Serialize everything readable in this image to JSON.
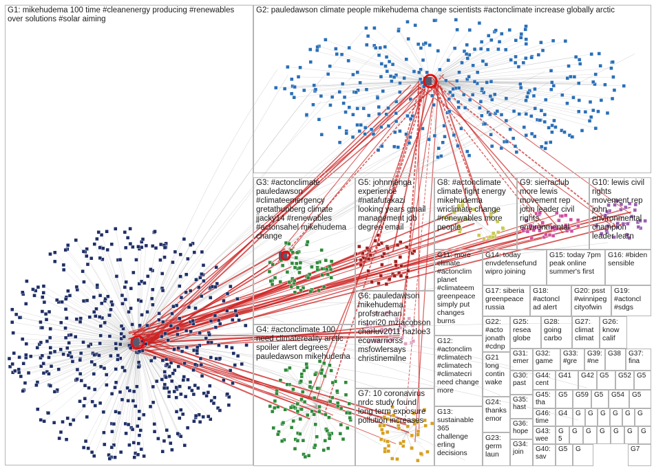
{
  "groups": [
    {
      "id": "G1",
      "label": "G1: mikehudema 100 time #cleanenergy producing #renewables over solutions #solar aiming"
    },
    {
      "id": "G2",
      "label": "G2: pauledawson climate people mikehudema change scientists #actonclimate increase globally arctic"
    },
    {
      "id": "G3",
      "label": "G3: #actonclimate pauledawson #climateemergency gretathunberg climate jjacky14 #renewables #actonsahel mikehudema change"
    },
    {
      "id": "G4",
      "label": "G4: #actonclimate 100 need climatereality arctic spoiler alert degrees pauledawson mikehudema"
    },
    {
      "id": "G5",
      "label": "G5: johnnjenga experience #natafutakazi looking years gmail management job degree email"
    },
    {
      "id": "G6",
      "label": "G6: pauledawson mikehudema profstrachan ristori20 mzjacobson charluv2011 hazloe3 ecowarriorss msfowlersays christinemilne"
    },
    {
      "id": "G7",
      "label": "G7: 10 coronavirus nrdc study found long term exposure pollution increases"
    },
    {
      "id": "G8",
      "label": "G8: #actonclimate climate fight energy mikehudema wriclimate change #renewables more people"
    },
    {
      "id": "G9",
      "label": "G9: sierraclub more lewis movement rep john leader civil rights environmental"
    },
    {
      "id": "G10",
      "label": "G10: lewis civil rights movement rep john environmental champion leader learn"
    },
    {
      "id": "G11",
      "label": "G11: more climate #actonclim planet #climateem greenpeace simply put changes burns"
    },
    {
      "id": "G12",
      "label": "G12: #actonclim #climatech #climatech #climatecri need change more"
    },
    {
      "id": "G13",
      "label": "G13: sustainable 365 challenge erling decisions"
    },
    {
      "id": "G14",
      "label": "G14: today envdefensefund wipro joining"
    },
    {
      "id": "G15",
      "label": "G15: today 7pm peak online summer's first"
    },
    {
      "id": "G16",
      "label": "G16: #biden sensible"
    },
    {
      "id": "G17",
      "label": "G17: siberia greenpeace russia"
    },
    {
      "id": "G18",
      "label": "G18: #actoncl ad alert"
    },
    {
      "id": "G19",
      "label": "G19: #actoncl #sdgs"
    },
    {
      "id": "G20",
      "label": "G20: psst #winnipeg cityofwin"
    },
    {
      "id": "G21",
      "label": "G21 long contin wake"
    },
    {
      "id": "G22",
      "label": "G22: #acto jonath #cdnp"
    },
    {
      "id": "G23",
      "label": "G23: germ laun"
    },
    {
      "id": "G24",
      "label": "G24: thanks emor"
    },
    {
      "id": "G25",
      "label": "G25: resea globe"
    },
    {
      "id": "G26",
      "label": "G26: know calif"
    },
    {
      "id": "G27",
      "label": "G27: climat climat"
    },
    {
      "id": "G28",
      "label": "G28: going carbo"
    },
    {
      "id": "G30",
      "label": "G30: past"
    },
    {
      "id": "G31",
      "label": "G31: emer"
    },
    {
      "id": "G32",
      "label": "G32: game"
    },
    {
      "id": "G33",
      "label": "G33: #gre"
    },
    {
      "id": "G34",
      "label": "G34: join"
    },
    {
      "id": "G35",
      "label": "G35: hast"
    },
    {
      "id": "G36",
      "label": "G36: hope"
    },
    {
      "id": "G37",
      "label": "G37: fina"
    },
    {
      "id": "G38",
      "label": "G38"
    },
    {
      "id": "G39",
      "label": "G39: #ne"
    },
    {
      "id": "G40",
      "label": "G40: sav"
    },
    {
      "id": "G41",
      "label": "G41"
    },
    {
      "id": "G42",
      "label": "G42"
    },
    {
      "id": "G43",
      "label": "G43: wee"
    },
    {
      "id": "G44",
      "label": "G44: cent"
    },
    {
      "id": "G45",
      "label": "G45: tha"
    },
    {
      "id": "G46",
      "label": "G46: time"
    },
    {
      "id": "G47",
      "label": "G4"
    },
    {
      "id": "G50",
      "label": "G5"
    },
    {
      "id": "G51",
      "label": "G5"
    },
    {
      "id": "G52",
      "label": "G52"
    },
    {
      "id": "G53",
      "label": "G5"
    },
    {
      "id": "G54",
      "label": "G54"
    },
    {
      "id": "G55",
      "label": "G5"
    },
    {
      "id": "G56",
      "label": "G5"
    },
    {
      "id": "G57",
      "label": "G5"
    },
    {
      "id": "G58",
      "label": "G5"
    },
    {
      "id": "G59",
      "label": "G59"
    },
    {
      "id": "G60",
      "label": "G"
    },
    {
      "id": "G61",
      "label": "G"
    },
    {
      "id": "G62",
      "label": "G"
    },
    {
      "id": "G63",
      "label": "G"
    },
    {
      "id": "G64",
      "label": "G"
    },
    {
      "id": "G65",
      "label": "G"
    },
    {
      "id": "G66",
      "label": "G"
    },
    {
      "id": "G67",
      "label": "G"
    },
    {
      "id": "G68",
      "label": "G"
    },
    {
      "id": "G69",
      "label": "G"
    },
    {
      "id": "G70",
      "label": "G7"
    },
    {
      "id": "G71",
      "label": "G"
    },
    {
      "id": "G72",
      "label": "G"
    },
    {
      "id": "G73",
      "label": "G"
    }
  ],
  "colors": {
    "g1_nodes": "#1f2f66",
    "g2_nodes": "#2a6fb7",
    "g3_nodes": "#2e8a3a",
    "g4_nodes": "#2e8a3a",
    "g5_nodes": "#a02020",
    "g6_nodes": "#e0a0c0",
    "g7_nodes": "#d6a020",
    "g8_nodes": "#c8c850",
    "g9_nodes": "#d050a0",
    "g10_nodes": "#9a60b0",
    "edge_red": "#cc2222",
    "edge_gray": "#9a9a9a",
    "box_border": "#b4b4b4",
    "hub_ring": "#e01010"
  }
}
